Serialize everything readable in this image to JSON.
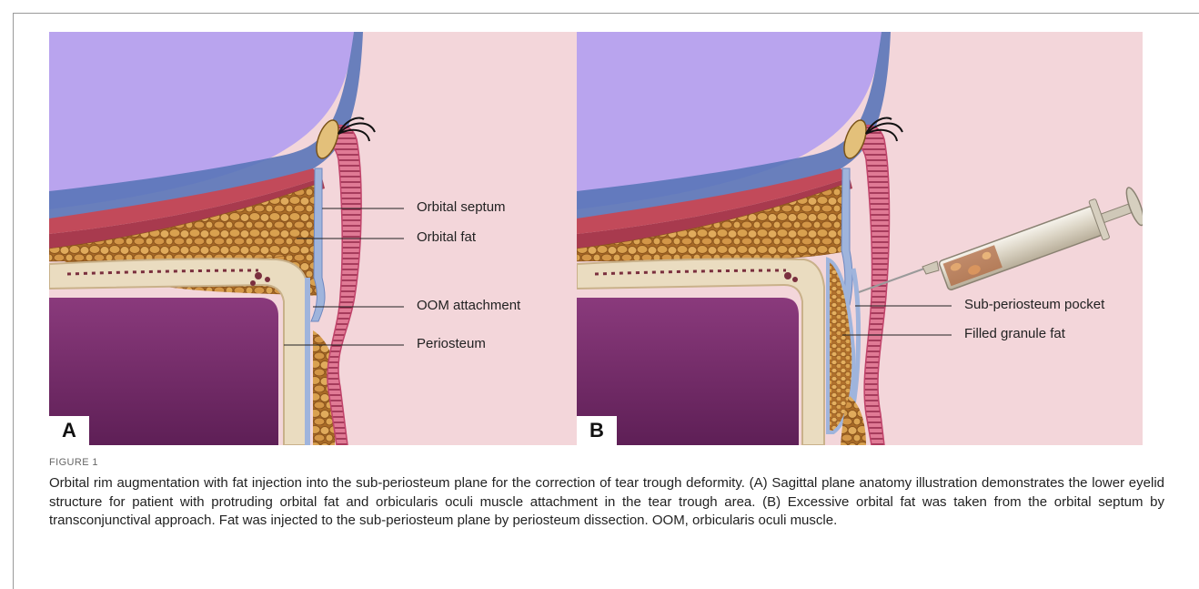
{
  "figure": {
    "label": "FIGURE 1",
    "caption_parts": [
      "Orbital rim augmentation with fat injection into the sub-periosteum plane for the correction of tear trough deformity. (",
      "A",
      ") Sagittal plane anatomy illustration demonstrates the lower eyelid structure for patient with protruding orbital fat and orbicularis oculi muscle attachment in the tear trough area. (",
      "B",
      ") Excessive orbital fat was taken from the orbital septum by transconjunctival approach. Fat was injected to the sub-periosteum plane by periosteum dissection. OOM, orbicularis oculi muscle."
    ]
  },
  "panel_a": {
    "letter": "A",
    "labels": [
      "Orbital septum",
      "Orbital fat",
      "OOM attachment",
      "Periosteum"
    ]
  },
  "panel_b": {
    "letter": "B",
    "labels": [
      "Sub-periosteum pocket",
      "Filled granule fat"
    ]
  },
  "colors": {
    "skin": "#f3d6da",
    "globe": "#b9a4ee",
    "bone": "#eadcc0",
    "sinus": "#7a2f6e",
    "fat": "#c98a3c",
    "muscle": "#cf5f7d",
    "fascia": "#9fb4dc"
  }
}
